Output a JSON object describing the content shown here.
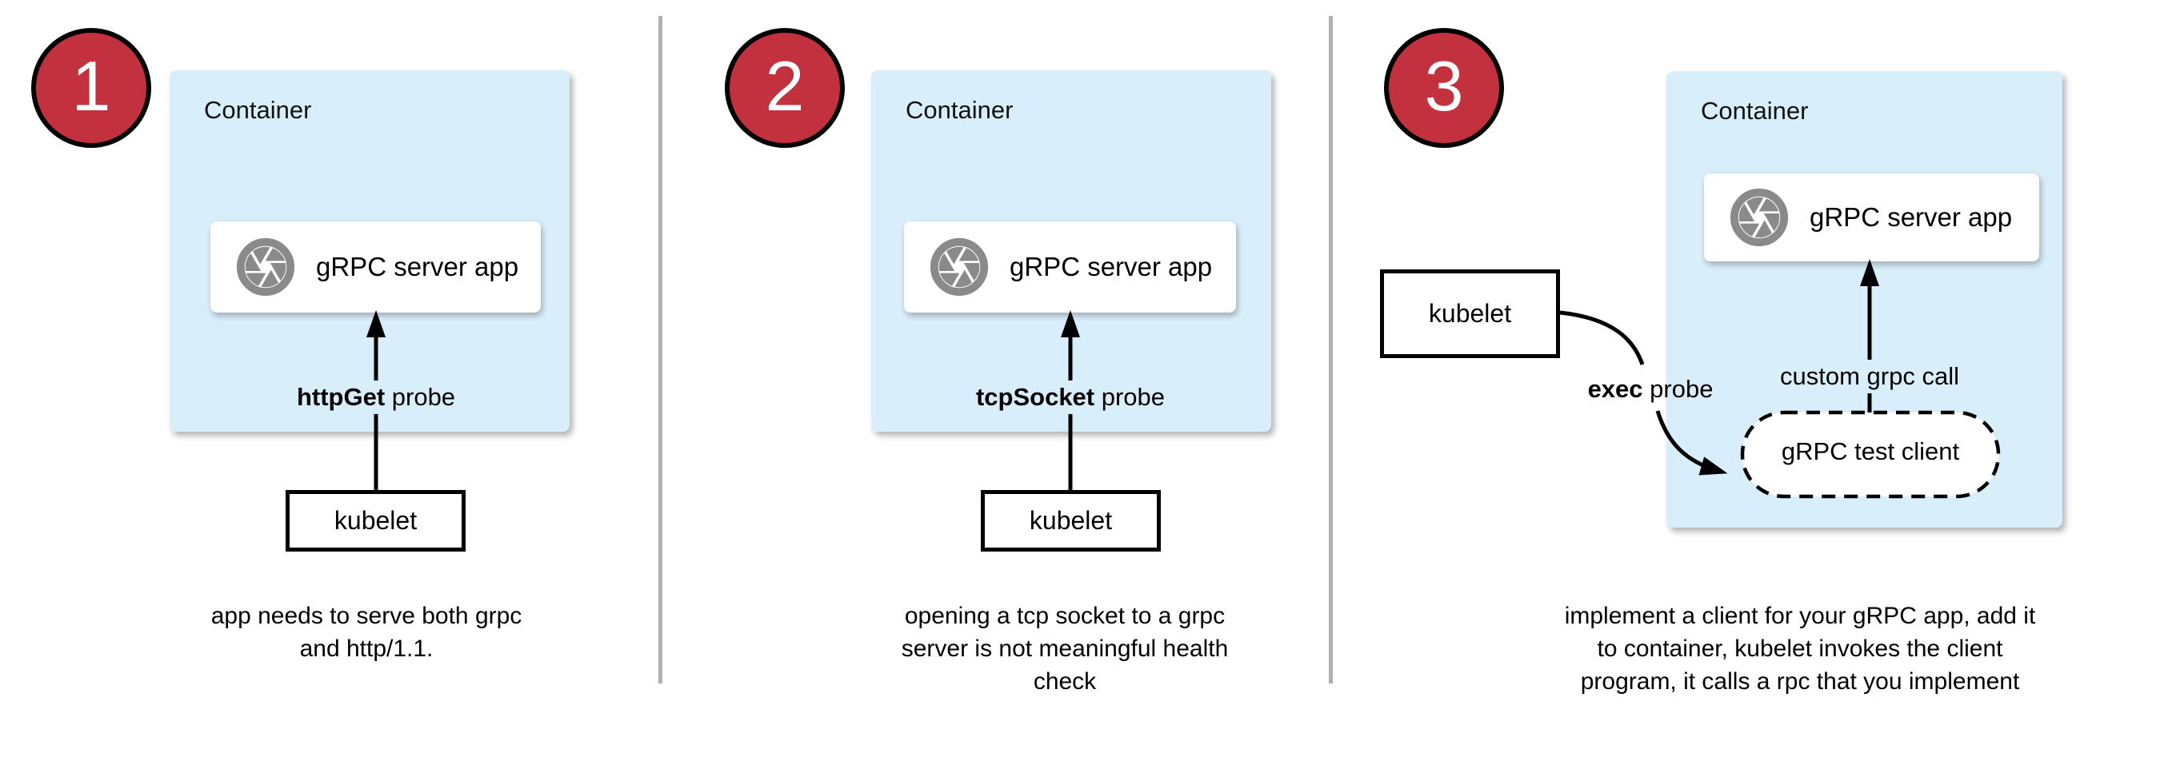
{
  "diagram": {
    "title": "gRPC health-check probe options diagram",
    "colors": {
      "container_fill": "#d9eefb",
      "badge_fill": "#c4313e",
      "icon_gray": "#8a8a8a",
      "divider": "#b0b0b0",
      "ink": "#000000"
    },
    "icons": {
      "app_box_icon": "camera-aperture-icon"
    },
    "panels": [
      {
        "number": "1",
        "container_label": "Container",
        "app_box_label": "gRPC server app",
        "probe_bold": "httpGet",
        "probe_rest": " probe",
        "kubelet_label": "kubelet",
        "caption_lines": [
          "app needs to serve both grpc",
          "and http/1.1."
        ]
      },
      {
        "number": "2",
        "container_label": "Container",
        "app_box_label": "gRPC server app",
        "probe_bold": "tcpSocket",
        "probe_rest": " probe",
        "kubelet_label": "kubelet",
        "caption_lines": [
          "opening a tcp socket to a grpc",
          "server is not meaningful health",
          "check"
        ]
      },
      {
        "number": "3",
        "container_label": "Container",
        "app_box_label": "gRPC server app",
        "probe_bold": "exec",
        "probe_rest": " probe",
        "kubelet_label": "kubelet",
        "arrow_label": "custom grpc call",
        "test_client_label": "gRPC test client",
        "caption_lines": [
          "implement a client for your gRPC app, add it",
          "to container, kubelet invokes the client",
          "program, it calls a rpc that you implement"
        ]
      }
    ]
  }
}
